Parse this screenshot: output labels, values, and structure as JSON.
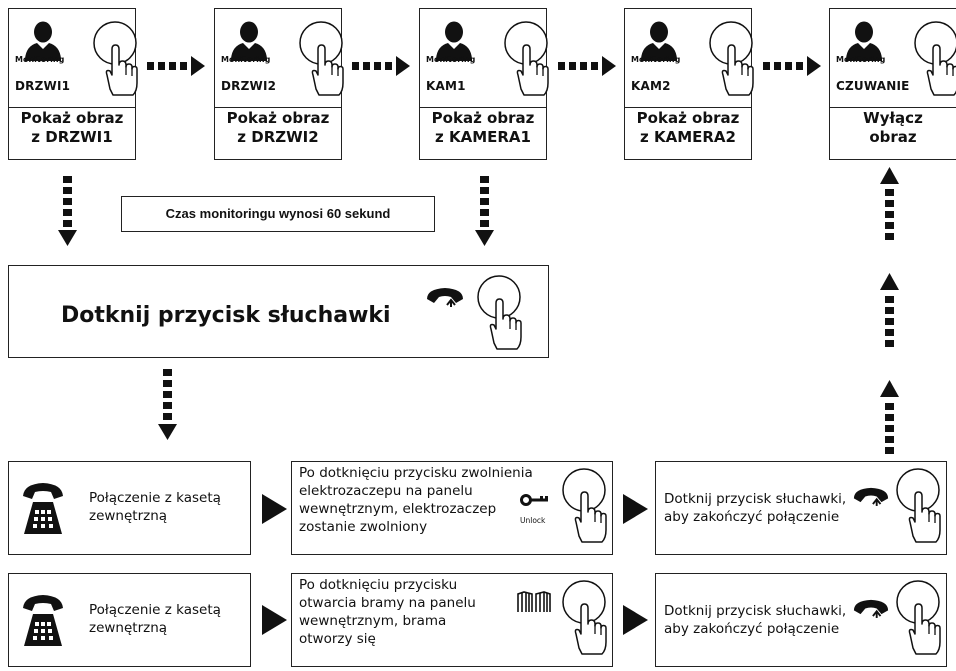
{
  "top_cards": [
    {
      "monitor_label": "Monitoring",
      "channel": "DRZWI1",
      "title_line1": "Pokaż obraz",
      "title_line2": "z DRZWI1"
    },
    {
      "monitor_label": "Monitoring",
      "channel": "DRZWI2",
      "title_line1": "Pokaż obraz",
      "title_line2": "z DRZWI2"
    },
    {
      "monitor_label": "Monitoring",
      "channel": "KAM1",
      "title_line1": "Pokaż obraz",
      "title_line2": "z KAMERA1"
    },
    {
      "monitor_label": "Monitoring",
      "channel": "KAM2",
      "title_line1": "Pokaż obraz",
      "title_line2": "z KAMERA2"
    },
    {
      "monitor_label": "Monitoring",
      "channel": "CZUWANIE",
      "title_line1": "Wyłącz",
      "title_line2": "obraz"
    }
  ],
  "note": "Czas monitoringu wynosi 60 sekund",
  "handset_box": "Dotknij przycisk słuchawki",
  "row1": {
    "call_text": [
      "Połączenie z kasetą",
      "zewnętrzną"
    ],
    "unlock_text": [
      "Po dotknięciu przycisku zwolnienia",
      "elektrozaczepu na panelu",
      "wewnętrznym, elektrozaczep",
      "zostanie zwolniony"
    ],
    "unlock_label": "Unlock",
    "end_text": [
      "Dotknij przycisk słuchawki,",
      "aby zakończyć połączenie"
    ]
  },
  "row2": {
    "call_text": [
      "Połączenie z kasetą",
      "zewnętrzną"
    ],
    "gate_text": [
      "Po dotknięciu przycisku",
      "otwarcia bramy na panelu",
      "wewnętrznym, brama",
      "otworzy się"
    ],
    "end_text": [
      "Dotknij przycisk słuchawki,",
      "aby zakończyć połączenie"
    ]
  }
}
